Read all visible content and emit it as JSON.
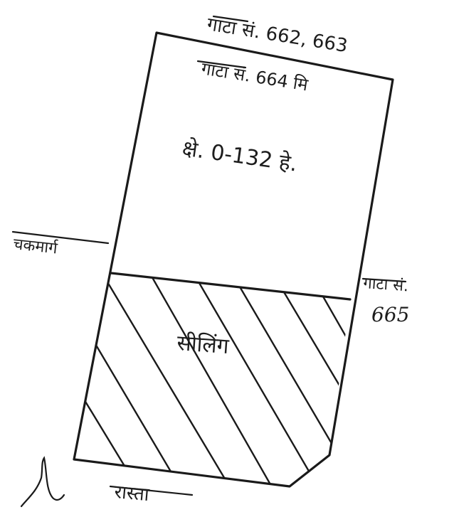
{
  "labels": {
    "top_plot_1": "गाटा सं. 662, 663",
    "top_plot_2": "गाटा सं. 664 मि",
    "area": "क्षे. 0-132 हे.",
    "left_side": "चकमार्ग",
    "right_plot": "गाटा सं.",
    "right_plot_number": "665",
    "hatched_area": "सीलिंग",
    "bottom_road": "रास्ता"
  }
}
